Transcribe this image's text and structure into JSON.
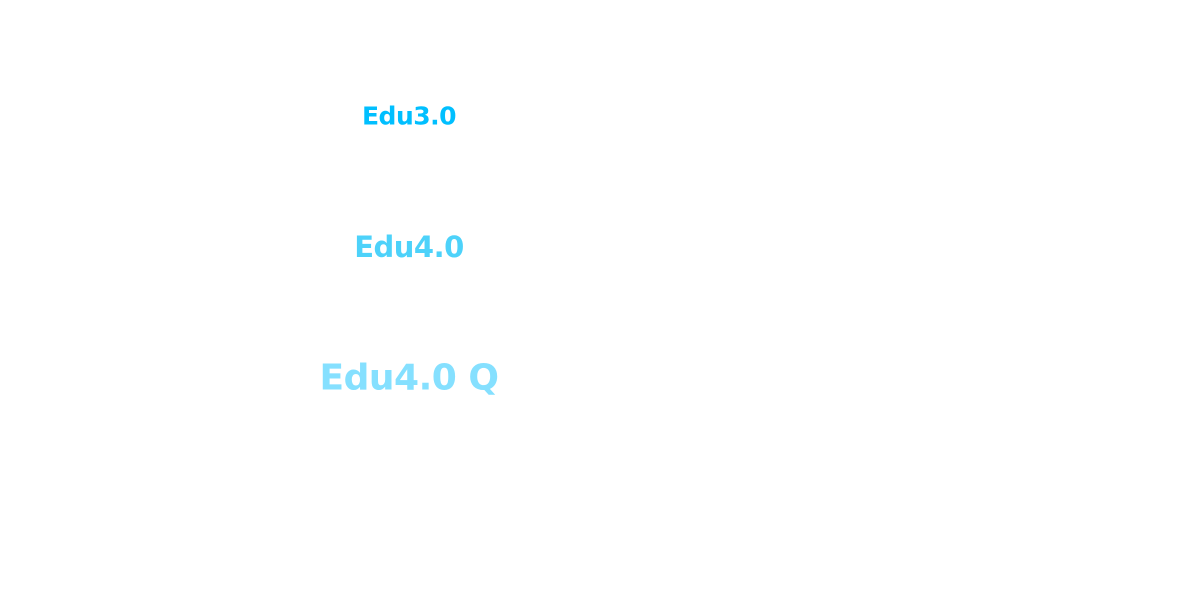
{
  "labels": [
    {
      "text": "Edu3.0",
      "color": "#00bfff"
    },
    {
      "text": "Edu4.0",
      "color": "#4dd2fa"
    },
    {
      "text": "Edu4.0 Q",
      "color": "#85e0ff"
    }
  ]
}
